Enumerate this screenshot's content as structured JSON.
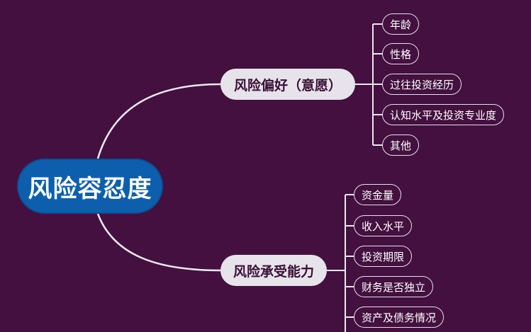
{
  "root": {
    "label": "风险容忍度"
  },
  "branches": [
    {
      "label": "风险偏好（意愿）",
      "leaves": [
        "年龄",
        "性格",
        "过往投资经历",
        "认知水平及投资专业度",
        "其他"
      ]
    },
    {
      "label": "风险承受能力",
      "leaves": [
        "资金量",
        "收入水平",
        "投资期限",
        "财务是否独立",
        "资产及债务情况"
      ]
    }
  ],
  "colors": {
    "background": "#43103f",
    "root": "#0d5fae",
    "branch": "#e7e3ea",
    "line": "#ece8ef"
  }
}
